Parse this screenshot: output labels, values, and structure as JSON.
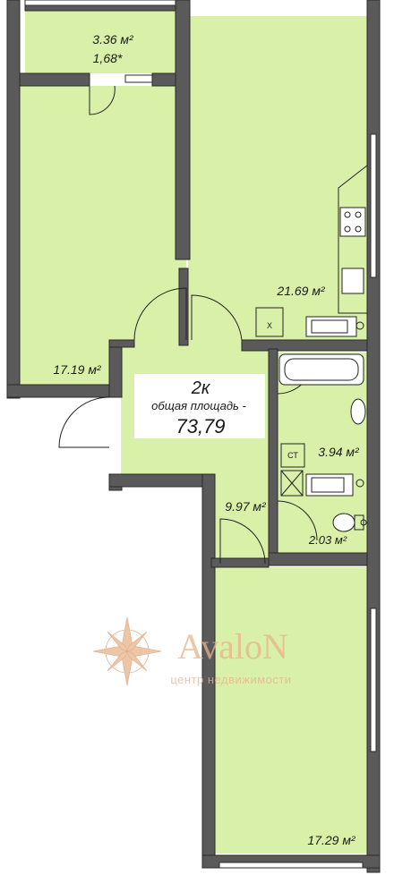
{
  "plan": {
    "rooms": [
      {
        "id": "balcony",
        "area": "3.36 м²",
        "sub": "1,68*"
      },
      {
        "id": "bedroom-1",
        "area": "17.19 м²"
      },
      {
        "id": "kitchen-living",
        "area": "21.69 м²"
      },
      {
        "id": "hall",
        "area": "9.97 м²"
      },
      {
        "id": "bathroom",
        "area": "3.94 м²"
      },
      {
        "id": "wc",
        "area": "2.03 м²"
      },
      {
        "id": "bedroom-2",
        "area": "17.29 м²"
      }
    ],
    "summary": {
      "type": "2к",
      "area_label": "общая площадь -",
      "total": "73,79"
    },
    "fixture_labels": {
      "washer": "СТ",
      "fridge": "Х"
    }
  },
  "watermark": {
    "brand": "AvaloN",
    "tagline": "центр недвижимости"
  },
  "colors": {
    "room_fill": "#d9f0a8",
    "wall": "#5a5a5a",
    "wall_stroke": "#2a2a2a",
    "brand": "#e8b38a"
  }
}
